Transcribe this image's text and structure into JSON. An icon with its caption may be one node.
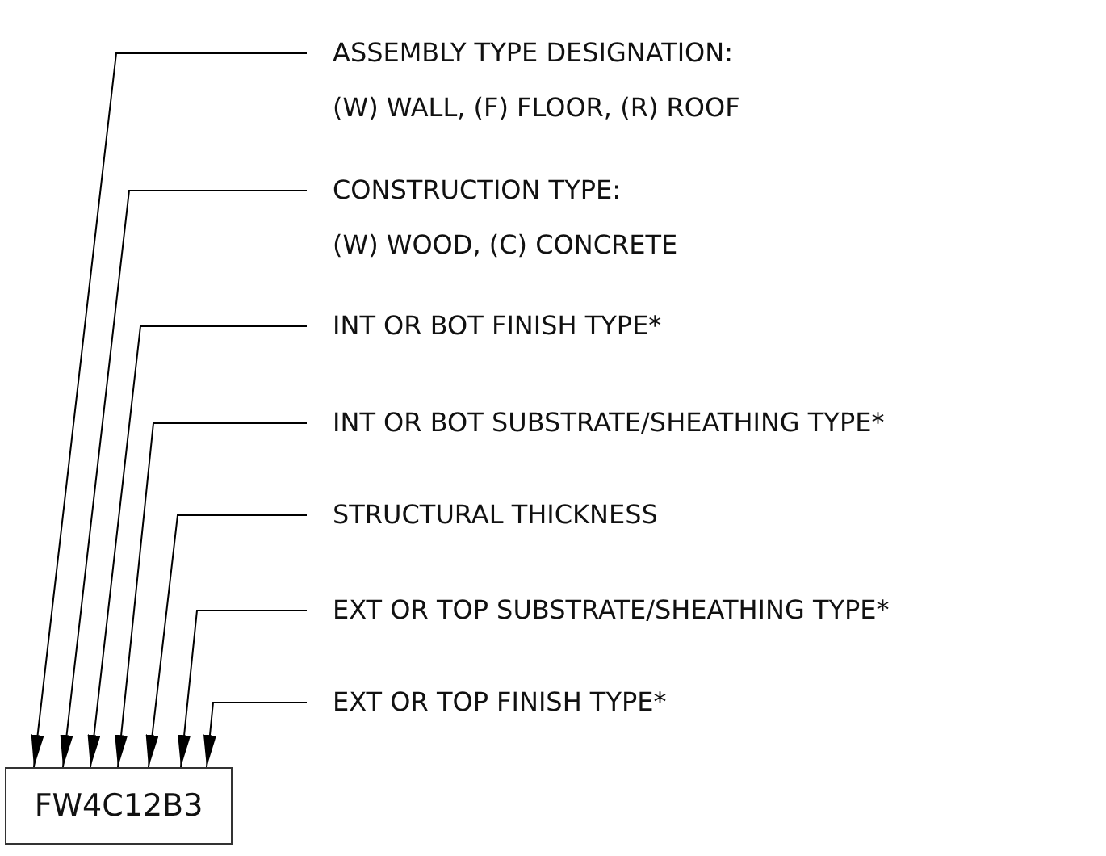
{
  "diagram": {
    "nodes": [
      {
        "text": [
          "ASSEMBLY TYPE DESIGNATION:",
          "(W) WALL, (F) FLOOR, (R) ROOF"
        ]
      },
      {
        "text": [
          "CONSTRUCTION TYPE:",
          "(W) WOOD, (C) CONCRETE"
        ]
      },
      {
        "text": [
          "INT OR BOT FINISH TYPE*"
        ]
      },
      {
        "text": [
          "INT OR BOT SUBSTRATE/SHEATHING TYPE*"
        ]
      },
      {
        "text": [
          "STRUCTURAL THICKNESS"
        ]
      },
      {
        "text": [
          "EXT OR TOP SUBSTRATE/SHEATHING TYPE*"
        ]
      },
      {
        "text": [
          "EXT OR TOP FINISH TYPE*"
        ]
      },
      {
        "text": [
          "FW4C12B3"
        ]
      }
    ],
    "edges": [
      {
        "from": 0,
        "to": 7,
        "arrow": "to"
      },
      {
        "from": 1,
        "to": 7,
        "arrow": "to"
      },
      {
        "from": 2,
        "to": 7,
        "arrow": "to"
      },
      {
        "from": 3,
        "to": 7,
        "arrow": "to"
      },
      {
        "from": 4,
        "to": 7,
        "arrow": "to"
      },
      {
        "from": 5,
        "to": 7,
        "arrow": "to"
      },
      {
        "from": 6,
        "to": 7,
        "arrow": "to"
      }
    ]
  }
}
